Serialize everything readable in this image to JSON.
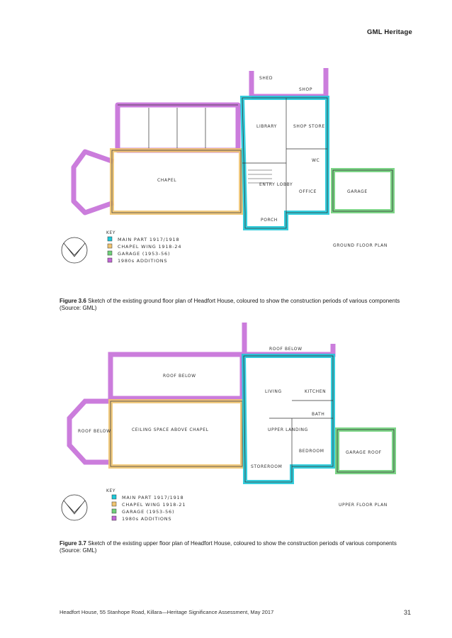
{
  "header": {
    "org": "GML Heritage"
  },
  "figure1": {
    "plan_title": "GROUND FLOOR PLAN",
    "labels": {
      "library": "LIBRARY",
      "shop_store": "SHOP STORE",
      "chapel": "CHAPEL",
      "entry_lobby": "ENTRY LOBBY",
      "office": "OFFICE",
      "garage": "GARAGE",
      "porch": "PORCH",
      "wc": "WC",
      "shop": "SHOP",
      "shed": "SHED"
    },
    "key_title": "KEY",
    "key": [
      {
        "color": "#1ec8d8",
        "text": "MAIN PART 1917/1918"
      },
      {
        "color": "#f0c470",
        "text": "CHAPEL WING 1918-24"
      },
      {
        "color": "#6fd07a",
        "text": "GARAGE (1953-56)"
      },
      {
        "color": "#c266d6",
        "text": "1980s ADDITIONS"
      }
    ],
    "caption_label": "Figure 3.6",
    "caption_text": "Sketch of the existing ground floor plan of Headfort House, coloured to show the construction periods of various components (Source: GML)"
  },
  "figure2": {
    "plan_title": "UPPER FLOOR PLAN",
    "labels": {
      "roof_below_top": "ROOF BELOW",
      "roof_below_right": "ROOF BELOW",
      "living": "LIVING",
      "kitchen": "KITCHEN",
      "bath": "BATH",
      "bedroom": "BEDROOM",
      "upper_landing": "UPPER LANDING",
      "ceiling_space": "CEILING SPACE ABOVE CHAPEL",
      "roof_below_left": "ROOF BELOW",
      "garage_roof": "GARAGE ROOF",
      "storeroom": "STOREROOM"
    },
    "key_title": "KEY",
    "key": [
      {
        "color": "#1ec8d8",
        "text": "MAIN PART 1917/1918"
      },
      {
        "color": "#f0c470",
        "text": "CHAPEL WING 1918-21"
      },
      {
        "color": "#6fd07a",
        "text": "GARAGE (1953-56)"
      },
      {
        "color": "#c266d6",
        "text": "1980s ADDITIONS"
      }
    ],
    "caption_label": "Figure 3.7",
    "caption_text": "Sketch of the existing upper floor plan of Headfort House, coloured to show the construction periods of various components (Source: GML)"
  },
  "footer": {
    "text": "Headfort House, 55 Stanhope Road, Killara—Heritage Significance Assessment, May 2017",
    "page": "31"
  }
}
